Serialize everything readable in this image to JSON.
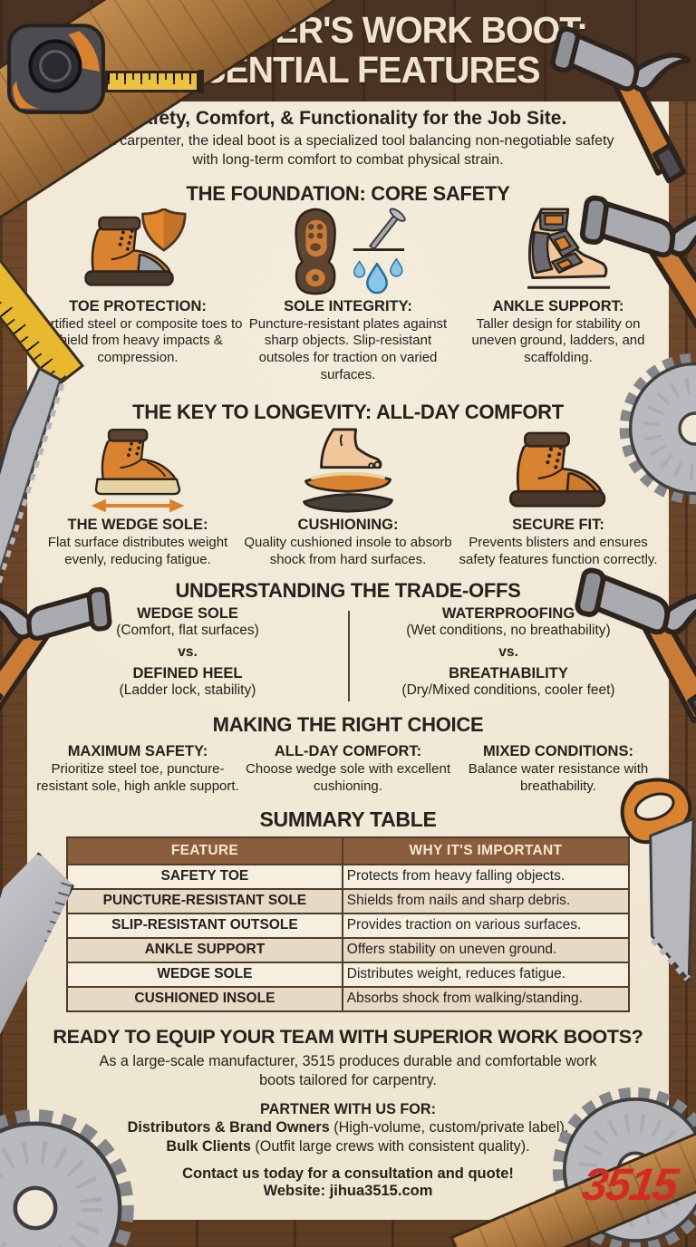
{
  "title": {
    "line1": "CARPENTER'S WORK BOOT:",
    "line2": "ESSENTIAL FEATURES"
  },
  "intro": {
    "subtitle": "Safety, Comfort, & Functionality for the Job Site.",
    "body": "For a carpenter, the ideal boot is a specialized tool balancing non-negotiable safety with long-term comfort to combat physical strain."
  },
  "foundation": {
    "heading": "THE FOUNDATION: CORE SAFETY",
    "items": [
      {
        "icon": "boot-shield-icon",
        "title": "TOE PROTECTION:",
        "text": "Certified steel or composite toes to shield from heavy impacts & compression."
      },
      {
        "icon": "sole-nail-water-icon",
        "title": "SOLE INTEGRITY:",
        "text": "Puncture-resistant plates against sharp objects. Slip-resistant outsoles for traction on varied surfaces."
      },
      {
        "icon": "ankle-brace-icon",
        "title": "ANKLE SUPPORT:",
        "text": "Taller design for stability on uneven ground, ladders, and scaffolding."
      }
    ]
  },
  "comfort": {
    "heading": "THE KEY TO LONGEVITY: ALL-DAY COMFORT",
    "items": [
      {
        "icon": "wedge-sole-boot-arrow-icon",
        "title": "THE WEDGE SOLE:",
        "text": "Flat surface distributes weight evenly, reducing fatigue."
      },
      {
        "icon": "foot-insole-icon",
        "title": "CUSHIONING:",
        "text": "Quality cushioned insole to absorb shock from hard surfaces."
      },
      {
        "icon": "laced-boot-icon",
        "title": "SECURE FIT:",
        "text": "Prevents blisters and ensures safety features function correctly."
      }
    ]
  },
  "tradeoffs": {
    "heading": "UNDERSTANDING THE TRADE-OFFS",
    "left": {
      "option1": "WEDGE SOLE",
      "note1": "(Comfort, flat surfaces)",
      "vs": "vs.",
      "option2": "DEFINED HEEL",
      "note2": "(Ladder lock, stability)"
    },
    "right": {
      "option1": "WATERPROOFING",
      "note1": "(Wet conditions, no breathability)",
      "vs": "vs.",
      "option2": "BREATHABILITY",
      "note2": "(Dry/Mixed conditions, cooler feet)"
    }
  },
  "choice": {
    "heading": "MAKING THE RIGHT CHOICE",
    "items": [
      {
        "title": "MAXIMUM SAFETY:",
        "text": "Prioritize steel toe, puncture-resistant sole, high ankle support."
      },
      {
        "title": "ALL-DAY COMFORT:",
        "text": "Choose wedge sole with excellent cushioning."
      },
      {
        "title": "MIXED CONDITIONS:",
        "text": "Balance water resistance with breathability."
      }
    ]
  },
  "summary": {
    "heading": "SUMMARY TABLE",
    "columns": [
      "FEATURE",
      "WHY IT'S IMPORTANT"
    ],
    "rows": [
      [
        "SAFETY TOE",
        "Protects from heavy falling objects."
      ],
      [
        "PUNCTURE-RESISTANT SOLE",
        "Shields from nails and sharp debris."
      ],
      [
        "SLIP-RESISTANT OUTSOLE",
        "Provides traction on various surfaces."
      ],
      [
        "ANKLE SUPPORT",
        "Offers stability on uneven ground."
      ],
      [
        "WEDGE SOLE",
        "Distributes weight, reduces fatigue."
      ],
      [
        "CUSHIONED INSOLE",
        "Absorbs shock from walking/standing."
      ]
    ]
  },
  "cta": {
    "heading": "READY TO EQUIP YOUR TEAM WITH SUPERIOR WORK BOOTS?",
    "body": "As a large-scale manufacturer, 3515 produces durable and comfortable work boots tailored for carpentry.",
    "partner_heading": "PARTNER WITH US FOR:",
    "partner_lines": [
      {
        "bold": "Distributors & Brand Owners",
        "rest": " (High-volume, custom/private label)."
      },
      {
        "bold": "Bulk Clients",
        "rest": " (Outfit large crews with consistent quality)."
      }
    ],
    "contact": "Contact us today for a consultation and quote!",
    "website": "Website: jihua3515.com"
  },
  "branding": {
    "logo_text": "3515"
  },
  "decorations": [
    "tape-measure-icon",
    "hammer-icon",
    "handsaw-icon",
    "circular-saw-blade-icon",
    "yellow-ruler-icon",
    "metal-ruler-icon",
    "wood-plank"
  ],
  "colors": {
    "band_brown": "#4a3322",
    "panel_cream": "#f1e9d7",
    "accent_orange": "#d9822f",
    "table_header_brown": "#8a5d3c",
    "logo_red": "#d32a24",
    "water_blue": "#86c7ea"
  }
}
